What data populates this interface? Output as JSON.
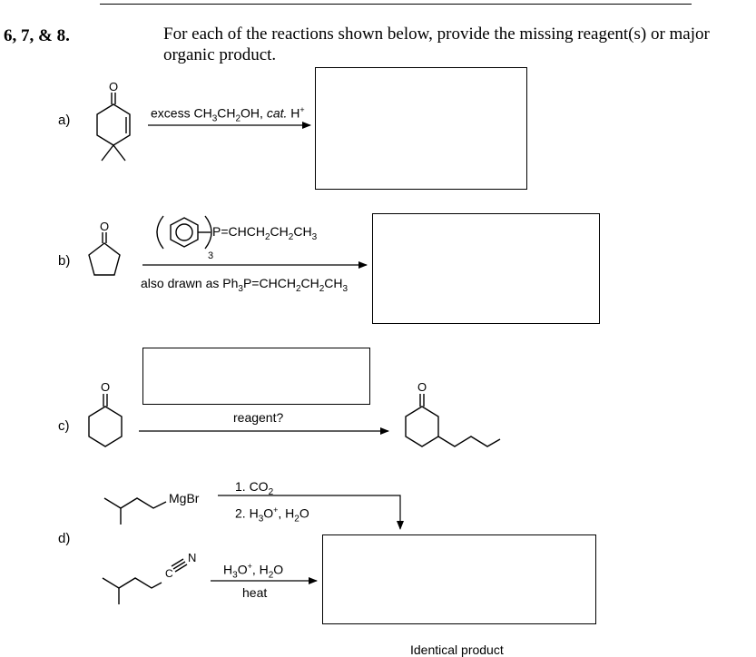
{
  "header": {
    "question_numbers": "6, 7, & 8.",
    "instruction_line1": "For each of the reactions shown below, provide the missing reagent(s) or major",
    "instruction_line2": "organic product."
  },
  "reactions": {
    "a": {
      "label": "a)",
      "condition_prefix": "excess CH",
      "condition_sub1": "3",
      "condition_mid1": "CH",
      "condition_sub2": "2",
      "condition_mid2": "OH, ",
      "condition_cat": "cat.",
      "condition_h": " H",
      "condition_plus": "+"
    },
    "b": {
      "label": "b)",
      "ylide_pfx": "P=CHCH",
      "ylide_sub1": "2",
      "ylide_mid": "CH",
      "ylide_sub2": "2",
      "ylide_mid2": "CH",
      "ylide_sub3": "3",
      "phenyl_count": "3",
      "alt_prefix": "also drawn as Ph",
      "alt_sub1": "3",
      "alt_mid": "P=CHCH",
      "alt_sub2": "2",
      "alt_mid2": "CH",
      "alt_sub3": "2",
      "alt_mid3": "CH",
      "alt_sub4": "3"
    },
    "c": {
      "label": "c)",
      "condition": "reagent?"
    },
    "d": {
      "label": "d)",
      "grignard": "MgBr",
      "step1_pfx": "1. CO",
      "step1_sub": "2",
      "step2_pfx": "2. H",
      "step2_sub": "3",
      "step2_mid": "O",
      "step2_sup": "+",
      "step2_end": ", H",
      "step2_sub2": "2",
      "step2_o": "O",
      "nitrile_c": "C",
      "nitrile_n": "N",
      "hydro_h": "H",
      "hydro_sub": "3",
      "hydro_o": "O",
      "hydro_sup": "+",
      "hydro_end": ", H",
      "hydro_sub2": "2",
      "hydro_o2": "O",
      "heat": "heat",
      "footer": "Identical product"
    }
  },
  "atoms": {
    "oxygen": "O"
  }
}
